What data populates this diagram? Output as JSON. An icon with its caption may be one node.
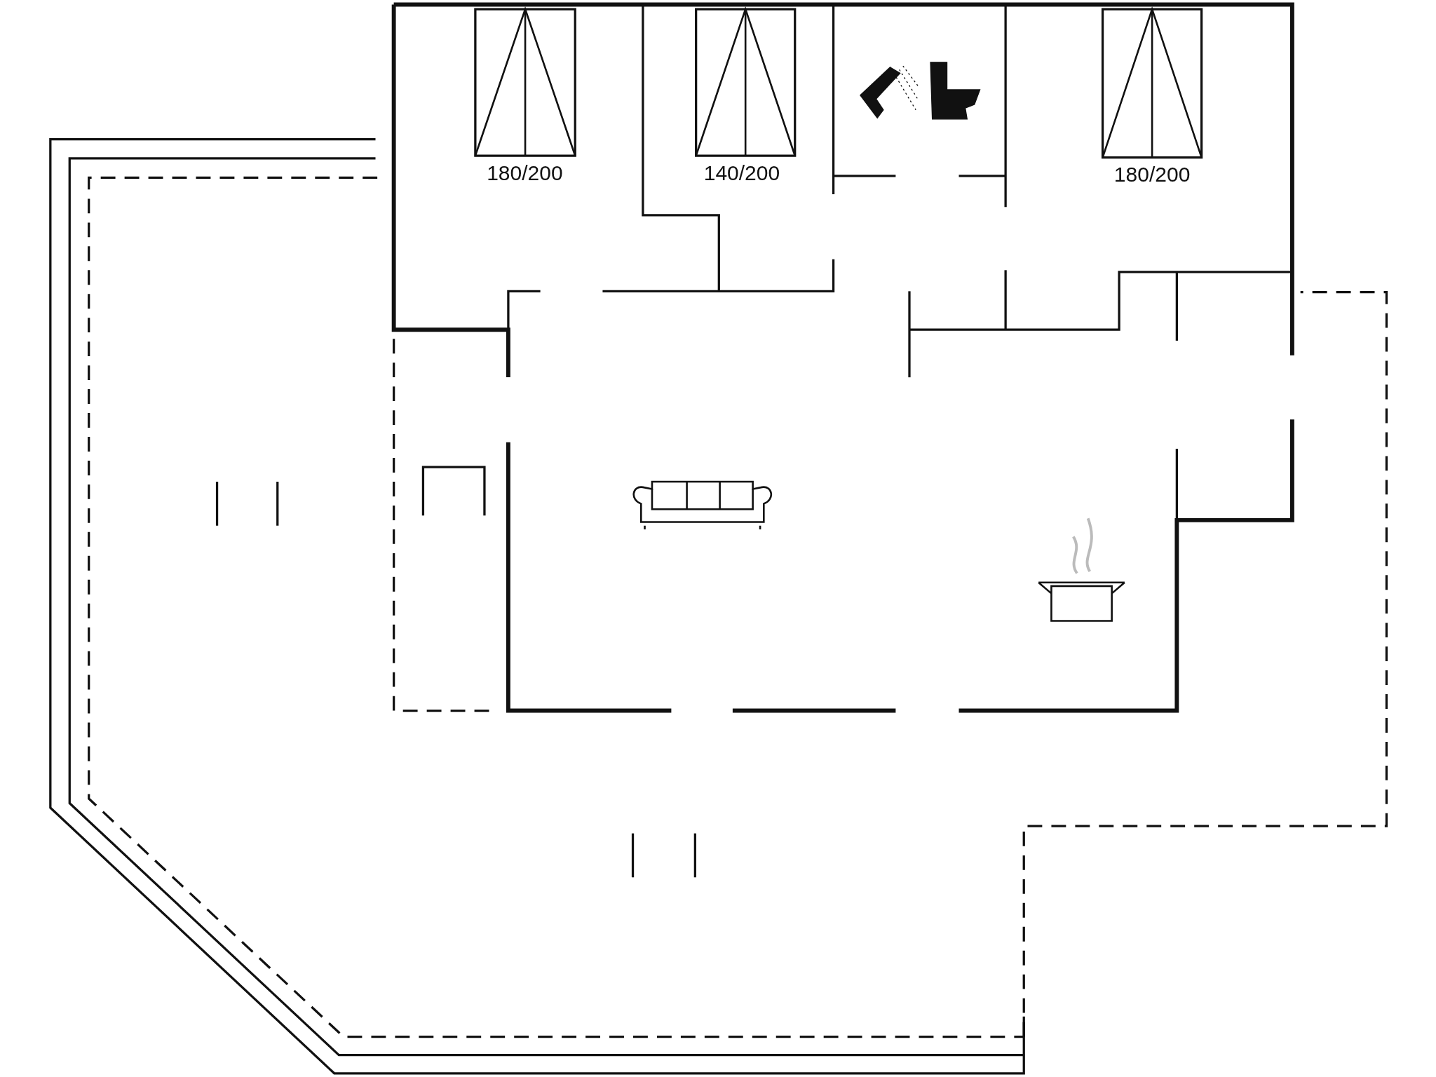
{
  "diagram": {
    "labels": [
      "180/200",
      "140/200",
      "180/200"
    ]
  }
}
